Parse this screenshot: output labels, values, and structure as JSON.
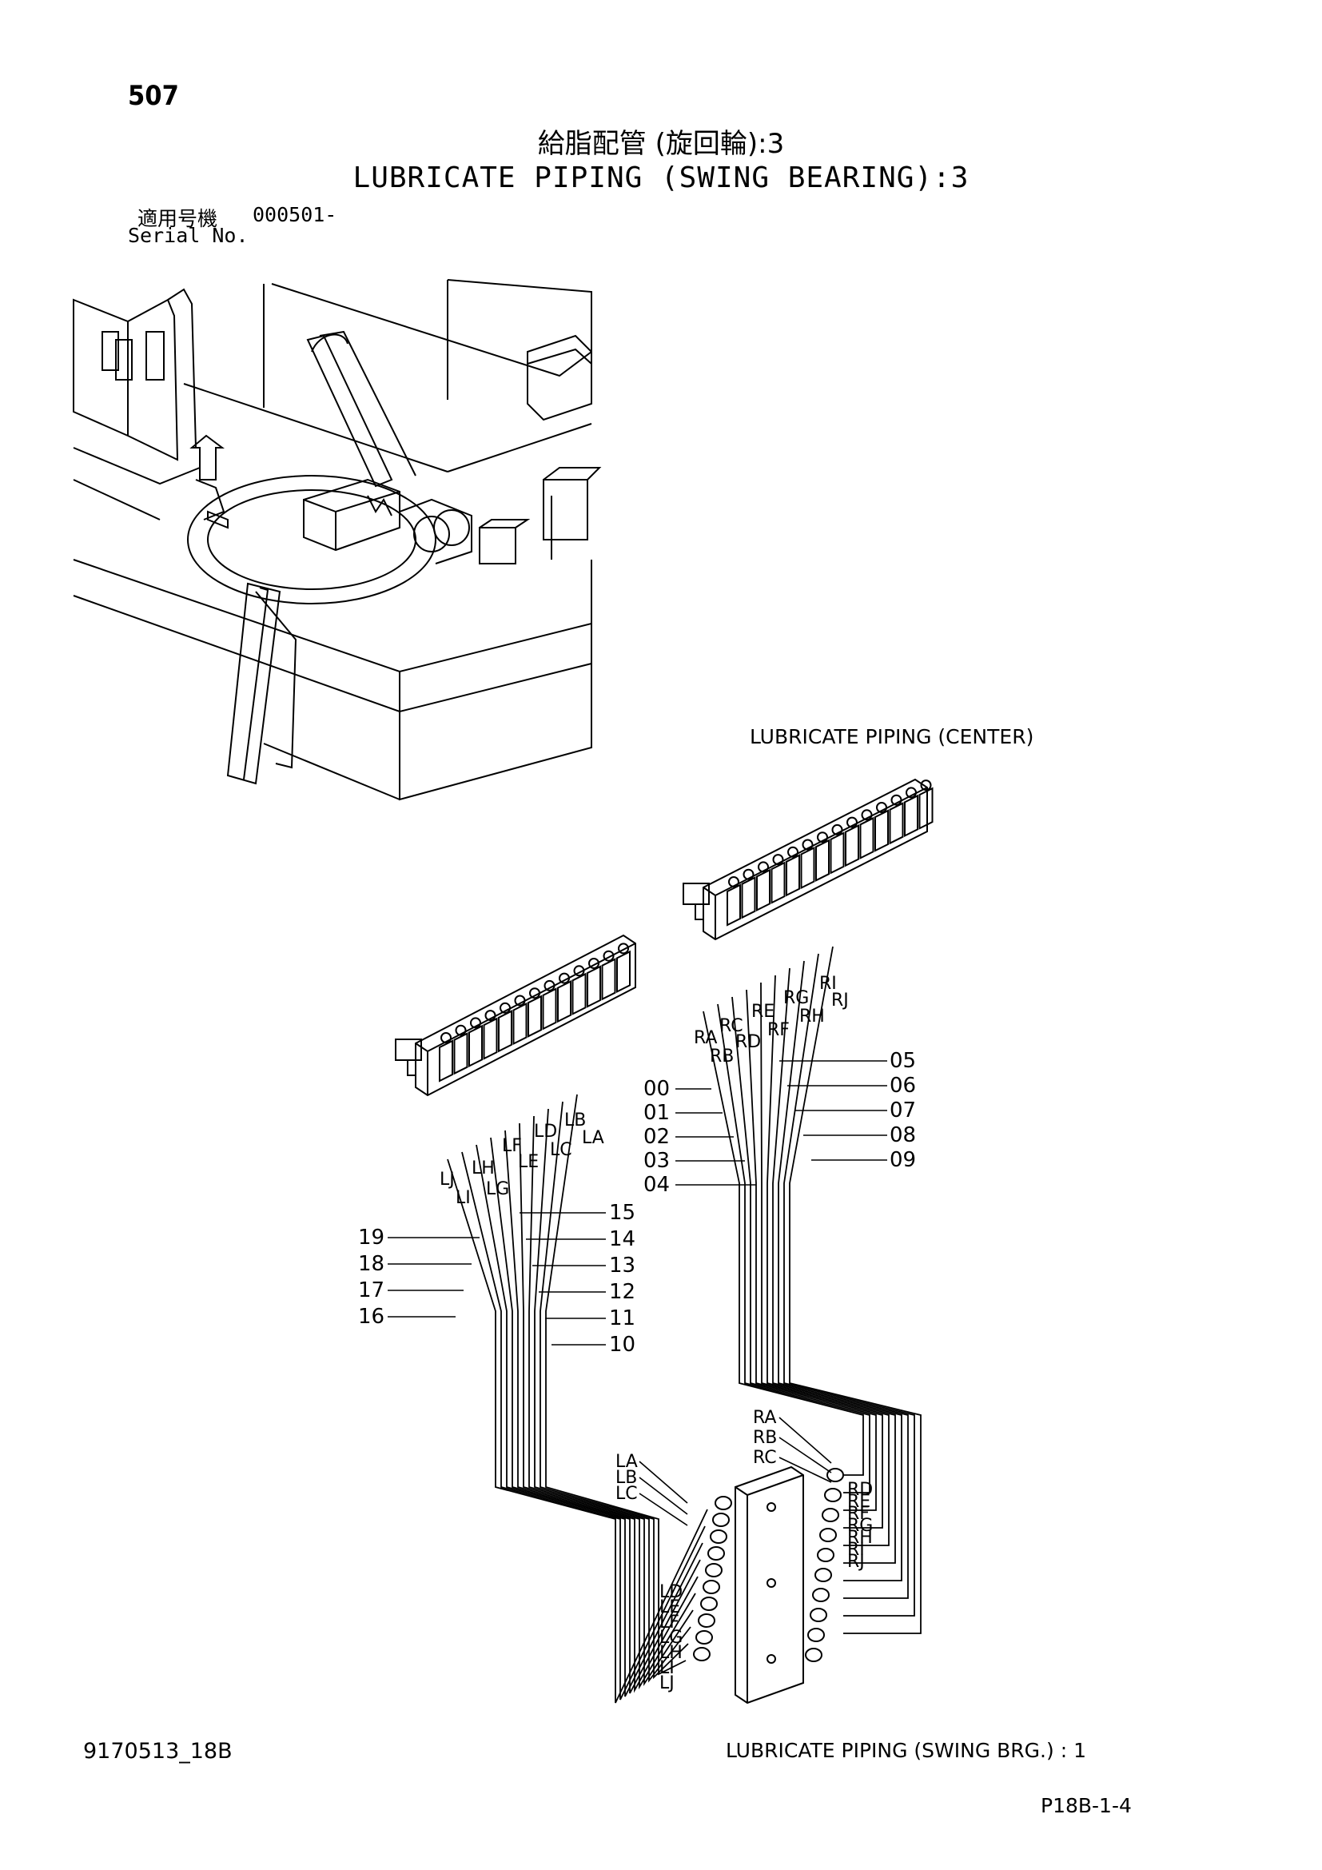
{
  "page_number": "507",
  "title_jp": "給脂配管 (旋回輪):3",
  "title_en": "LUBRICATE PIPING (SWING BEARING):3",
  "serial": {
    "label_jp": "適用号機",
    "label_en": "Serial No.",
    "value": "000501-"
  },
  "captions": {
    "center": "LUBRICATE PIPING (CENTER)",
    "swing": "LUBRICATE PIPING (SWING BRG.) : 1"
  },
  "left_ports": [
    "LA",
    "LB",
    "LC",
    "LD",
    "LE",
    "LF",
    "LG",
    "LH",
    "LI",
    "LJ"
  ],
  "right_ports": [
    "RA",
    "RB",
    "RC",
    "RD",
    "RE",
    "RF",
    "RG",
    "RH",
    "RI",
    "RJ"
  ],
  "hose_numbers_right": [
    "00",
    "01",
    "02",
    "03",
    "04",
    "05",
    "06",
    "07",
    "08",
    "09"
  ],
  "hose_numbers_left": [
    "10",
    "11",
    "12",
    "13",
    "14",
    "15",
    "16",
    "17",
    "18",
    "19"
  ],
  "doc_code": "9170513_18B",
  "page_ref": "P18B-1-4"
}
